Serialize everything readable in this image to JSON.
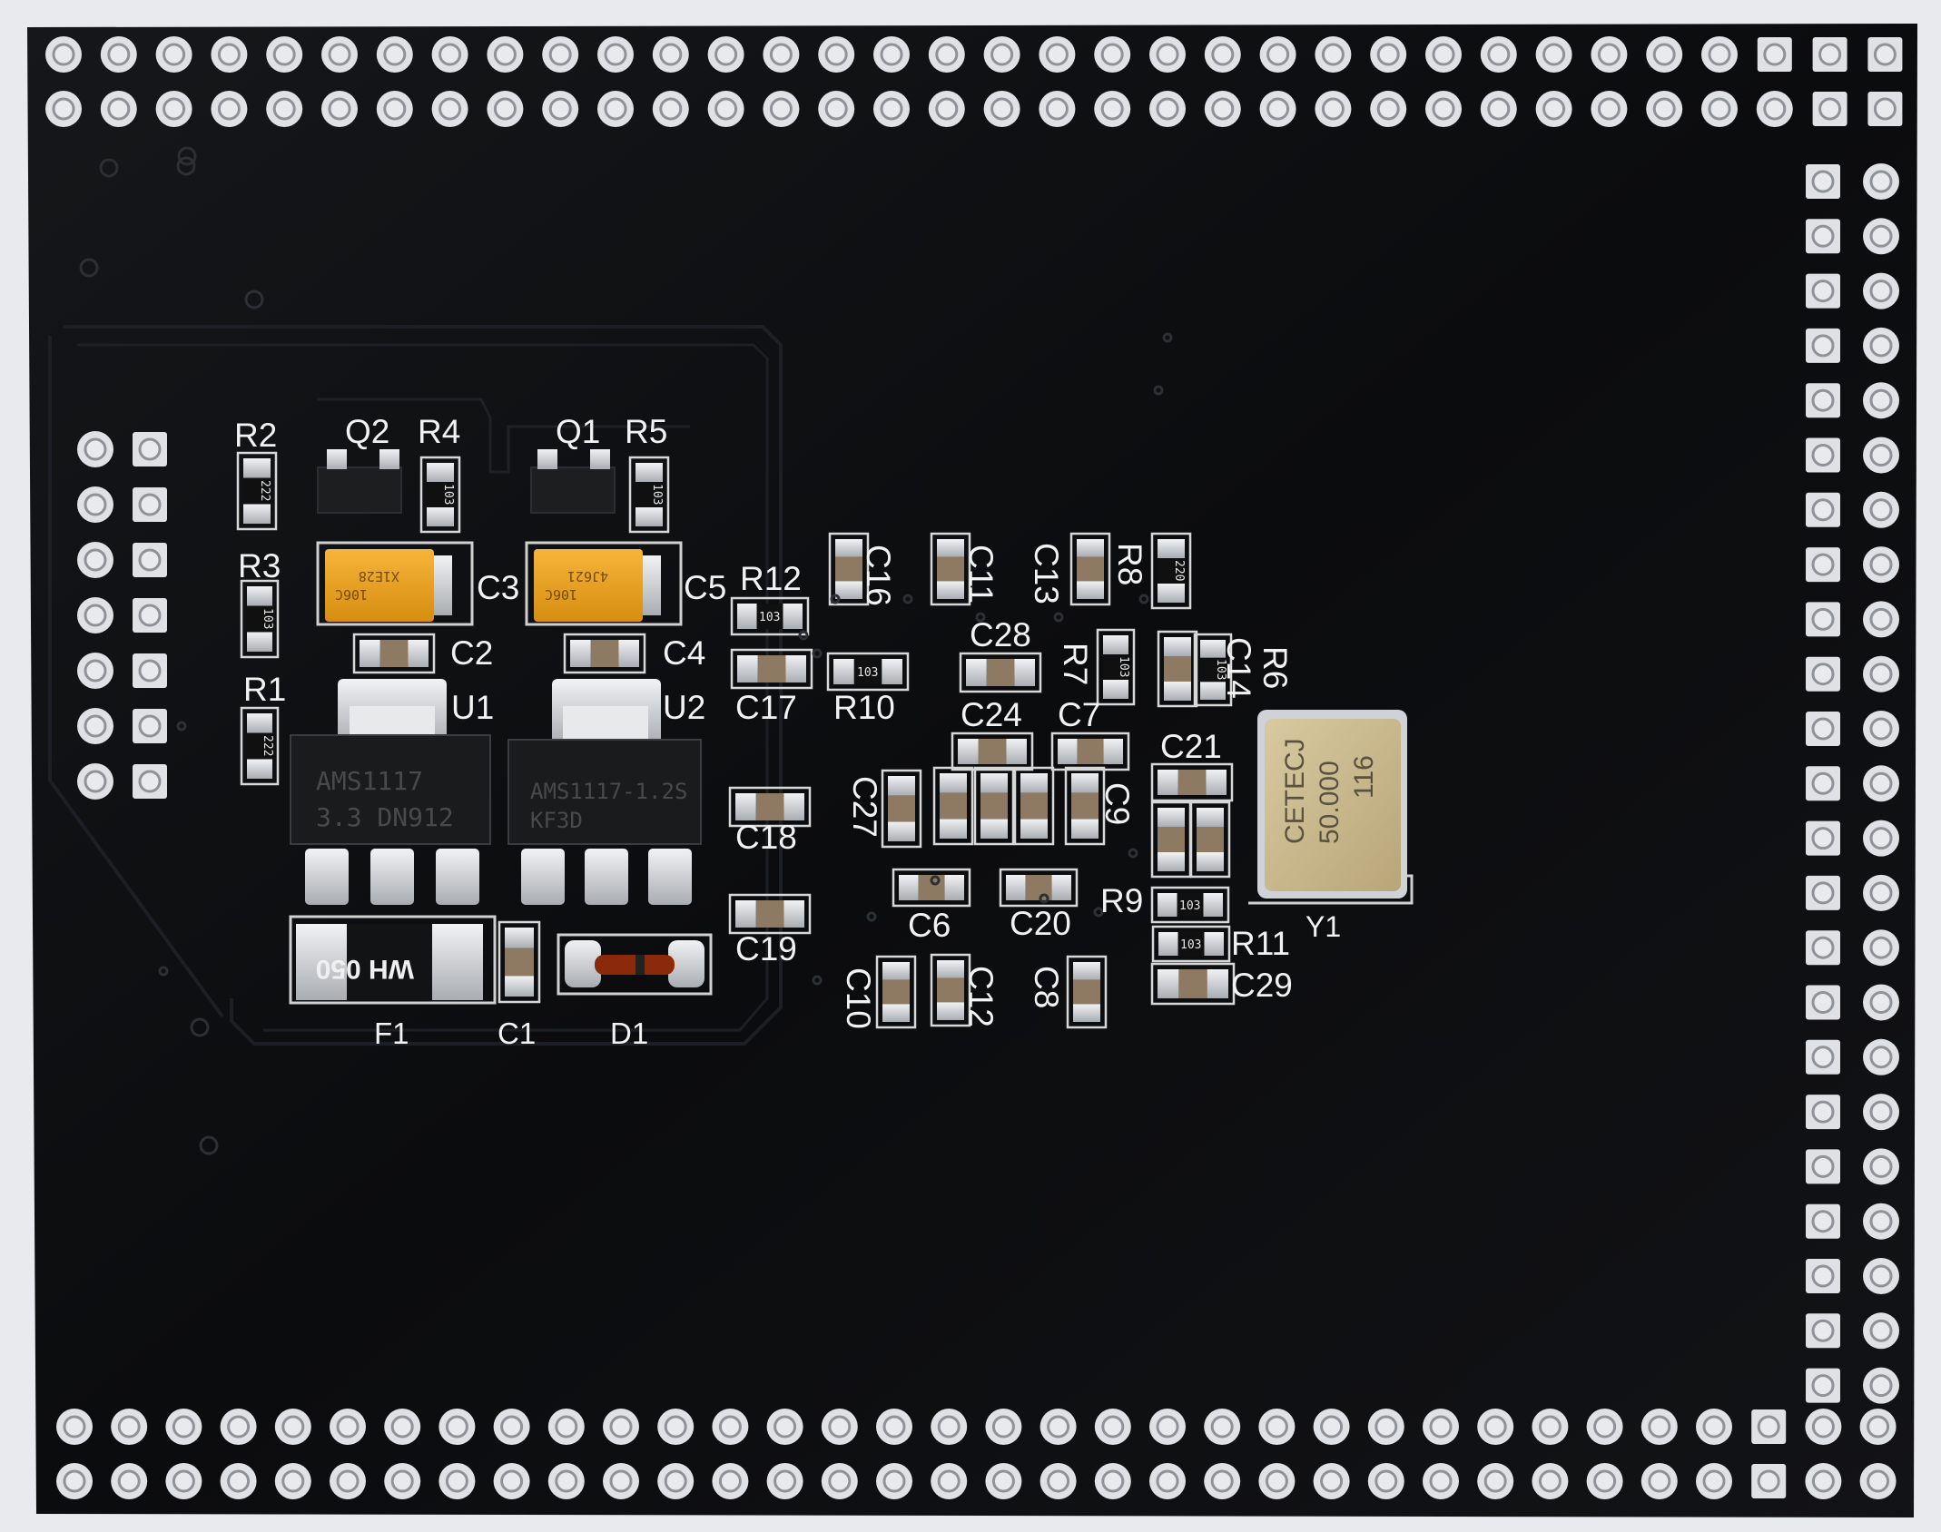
{
  "board": {
    "colors": {
      "background": "#e9eaee",
      "solder_mask": "#0d0e10",
      "silkscreen": "#f2f2f2",
      "tin": "#cfd2d6",
      "tantalum": "#e9a21e",
      "crystal": "#c9b98f"
    },
    "labels": [
      {
        "id": "r2",
        "text": "R2"
      },
      {
        "id": "q2",
        "text": "Q2"
      },
      {
        "id": "r4",
        "text": "R4"
      },
      {
        "id": "q1",
        "text": "Q1"
      },
      {
        "id": "r5",
        "text": "R5"
      },
      {
        "id": "r3",
        "text": "R3"
      },
      {
        "id": "c3",
        "text": "C3"
      },
      {
        "id": "c5",
        "text": "C5"
      },
      {
        "id": "r12",
        "text": "R12"
      },
      {
        "id": "c16",
        "text": "C16"
      },
      {
        "id": "c11",
        "text": "C11"
      },
      {
        "id": "c13",
        "text": "C13"
      },
      {
        "id": "r8",
        "text": "R8"
      },
      {
        "id": "c2",
        "text": "C2"
      },
      {
        "id": "c4",
        "text": "C4"
      },
      {
        "id": "c28",
        "text": "C28"
      },
      {
        "id": "r7",
        "text": "R7"
      },
      {
        "id": "c14",
        "text": "C14"
      },
      {
        "id": "r6",
        "text": "R6"
      },
      {
        "id": "r1",
        "text": "R1"
      },
      {
        "id": "u1",
        "text": "U1"
      },
      {
        "id": "u2",
        "text": "U2"
      },
      {
        "id": "c17",
        "text": "C17"
      },
      {
        "id": "r10",
        "text": "R10"
      },
      {
        "id": "c24",
        "text": "C24"
      },
      {
        "id": "c7",
        "text": "C7"
      },
      {
        "id": "c21",
        "text": "C21"
      },
      {
        "id": "c27",
        "text": "C27"
      },
      {
        "id": "c9",
        "text": "C9"
      },
      {
        "id": "c18",
        "text": "C18"
      },
      {
        "id": "c6",
        "text": "C6"
      },
      {
        "id": "c20",
        "text": "C20"
      },
      {
        "id": "r9",
        "text": "R9"
      },
      {
        "id": "y1",
        "text": "Y1"
      },
      {
        "id": "c19",
        "text": "C19"
      },
      {
        "id": "r11",
        "text": "R11"
      },
      {
        "id": "c29",
        "text": "C29"
      },
      {
        "id": "c10",
        "text": "C10"
      },
      {
        "id": "c12",
        "text": "C12"
      },
      {
        "id": "c8",
        "text": "C8"
      },
      {
        "id": "f1",
        "text": "F1"
      },
      {
        "id": "c1",
        "text": "C1"
      },
      {
        "id": "d1",
        "text": "D1"
      }
    ],
    "regulator_u1": {
      "line1": "AMS1117",
      "line2": "3.3  DN912"
    },
    "regulator_u2": {
      "line1": "AMS1117-1.2S",
      "line2": "KF3D"
    },
    "fuse_marking": "WH 050",
    "crystal": {
      "brand": "CETECJ",
      "frequency": "50.000",
      "code": "116"
    },
    "tantalum_c3": {
      "line1": "106C",
      "line2": "X1E28"
    },
    "tantalum_c5": {
      "line1": "106C",
      "line2": "4J621"
    },
    "resistor_codes": {
      "r2": "222",
      "r3": "103",
      "r1": "222",
      "r4": "103",
      "r5": "103",
      "r12": "103",
      "r10": "103",
      "r8": "220",
      "r7": "103",
      "r6": "103",
      "r9": "103",
      "r11": "103"
    }
  }
}
